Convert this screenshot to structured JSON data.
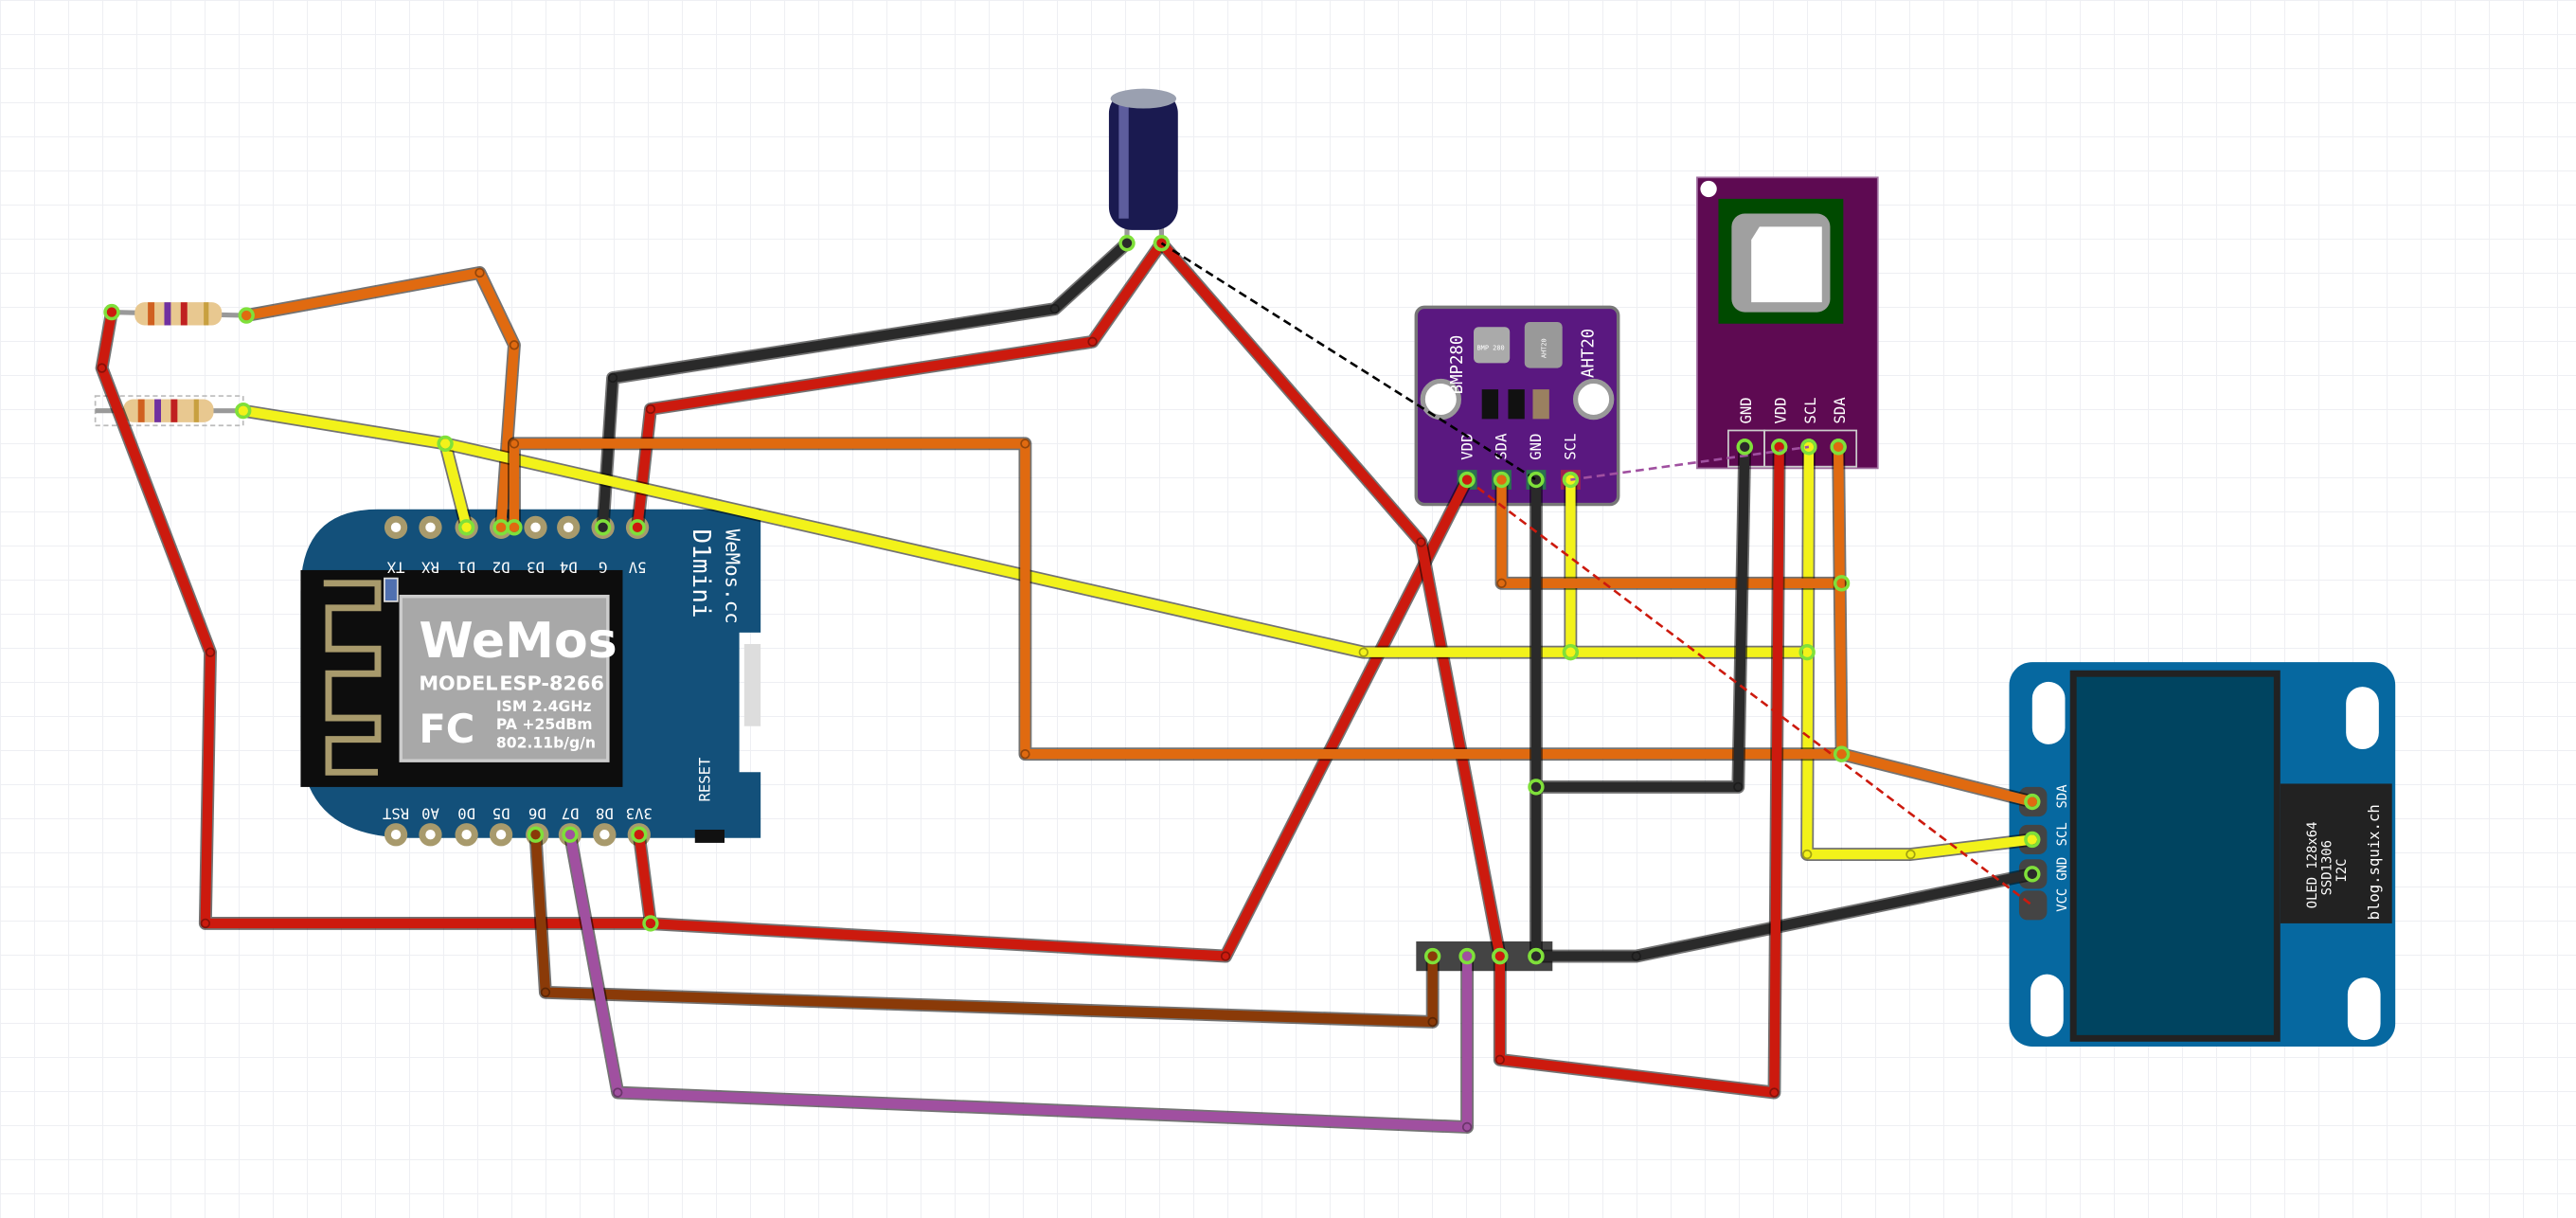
{
  "wemos": {
    "top_pins": [
      "TX",
      "RX",
      "D1",
      "D2",
      "D3",
      "D4",
      "G",
      "5V"
    ],
    "bottom_pins": [
      "RST",
      "A0",
      "D0",
      "D5",
      "D6",
      "D7",
      "D8",
      "3V3"
    ],
    "brand": "WeMos",
    "model_label": "MODEL",
    "model": "ESP-8266",
    "fc": "FC",
    "spec1": "ISM 2.4GHz",
    "spec2": "PA +25dBm",
    "spec3": "802.11b/g/n",
    "board_name": "D1mini",
    "site": "WeMos.cc",
    "reset": "RESET"
  },
  "bmp280": {
    "title": "BMP280",
    "chip_label": "BMP 280",
    "aht_chip": "AHT20",
    "aht_title": "AHT20",
    "pins": [
      "VDD",
      "SDA",
      "GND",
      "SCL"
    ]
  },
  "sensor": {
    "pins": [
      "GND",
      "VDD",
      "SCL",
      "SDA"
    ]
  },
  "oled": {
    "pins": [
      "SDA",
      "SCL",
      "GND",
      "VCC"
    ],
    "line1": "OLED 128x64",
    "line2": "SSD1306",
    "line3": "I2C",
    "site": "blog.squix.ch"
  },
  "colors": {
    "red": "#cc1a0e",
    "black": "#2a2a2a",
    "orange": "#e06a10",
    "yellow": "#f2f21a",
    "brown": "#8a3a08",
    "purple": "#a050a0",
    "wemos_blue": "#13507a",
    "bmp_purple": "#5a1880",
    "sensor_purple": "#5e0a52",
    "oled_blue": "#0668a0"
  }
}
